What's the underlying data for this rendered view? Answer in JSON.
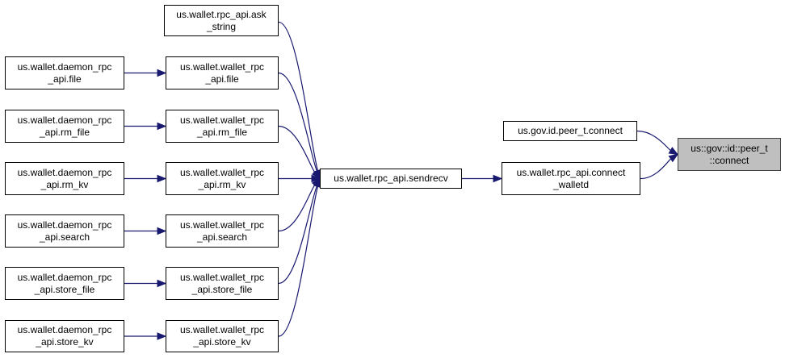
{
  "colors": {
    "edge": "#191970",
    "focus_fill": "#bfbfbf",
    "node_border": "#000000"
  },
  "nodes": {
    "ask_string": {
      "lines": [
        "us.wallet.rpc_api.ask",
        "_string"
      ]
    },
    "daemon_file": {
      "lines": [
        "us.wallet.daemon_rpc",
        "_api.file"
      ]
    },
    "wallet_file": {
      "lines": [
        "us.wallet.wallet_rpc",
        "_api.file"
      ]
    },
    "daemon_rm_file": {
      "lines": [
        "us.wallet.daemon_rpc",
        "_api.rm_file"
      ]
    },
    "wallet_rm_file": {
      "lines": [
        "us.wallet.wallet_rpc",
        "_api.rm_file"
      ]
    },
    "daemon_rm_kv": {
      "lines": [
        "us.wallet.daemon_rpc",
        "_api.rm_kv"
      ]
    },
    "wallet_rm_kv": {
      "lines": [
        "us.wallet.wallet_rpc",
        "_api.rm_kv"
      ]
    },
    "daemon_search": {
      "lines": [
        "us.wallet.daemon_rpc",
        "_api.search"
      ]
    },
    "wallet_search": {
      "lines": [
        "us.wallet.wallet_rpc",
        "_api.search"
      ]
    },
    "daemon_store_file": {
      "lines": [
        "us.wallet.daemon_rpc",
        "_api.store_file"
      ]
    },
    "wallet_store_file": {
      "lines": [
        "us.wallet.wallet_rpc",
        "_api.store_file"
      ]
    },
    "daemon_store_kv": {
      "lines": [
        "us.wallet.daemon_rpc",
        "_api.store_kv"
      ]
    },
    "wallet_store_kv": {
      "lines": [
        "us.wallet.wallet_rpc",
        "_api.store_kv"
      ]
    },
    "sendrecv": {
      "lines": [
        "us.wallet.rpc_api.sendrecv"
      ]
    },
    "peer_connect": {
      "lines": [
        "us.gov.id.peer_t.connect"
      ]
    },
    "connect_walletd": {
      "lines": [
        "us.wallet.rpc_api.connect",
        "_walletd"
      ]
    },
    "focus": {
      "lines": [
        "us::gov::id::peer_t",
        "::connect"
      ]
    }
  },
  "edges": [
    {
      "from": "daemon_file",
      "to": "wallet_file"
    },
    {
      "from": "daemon_rm_file",
      "to": "wallet_rm_file"
    },
    {
      "from": "daemon_rm_kv",
      "to": "wallet_rm_kv"
    },
    {
      "from": "daemon_search",
      "to": "wallet_search"
    },
    {
      "from": "daemon_store_file",
      "to": "wallet_store_file"
    },
    {
      "from": "daemon_store_kv",
      "to": "wallet_store_kv"
    },
    {
      "from": "ask_string",
      "to": "sendrecv"
    },
    {
      "from": "wallet_file",
      "to": "sendrecv"
    },
    {
      "from": "wallet_rm_file",
      "to": "sendrecv"
    },
    {
      "from": "wallet_rm_kv",
      "to": "sendrecv"
    },
    {
      "from": "wallet_search",
      "to": "sendrecv"
    },
    {
      "from": "wallet_store_file",
      "to": "sendrecv"
    },
    {
      "from": "wallet_store_kv",
      "to": "sendrecv"
    },
    {
      "from": "sendrecv",
      "to": "connect_walletd"
    },
    {
      "from": "connect_walletd",
      "to": "focus"
    },
    {
      "from": "peer_connect",
      "to": "focus"
    }
  ]
}
